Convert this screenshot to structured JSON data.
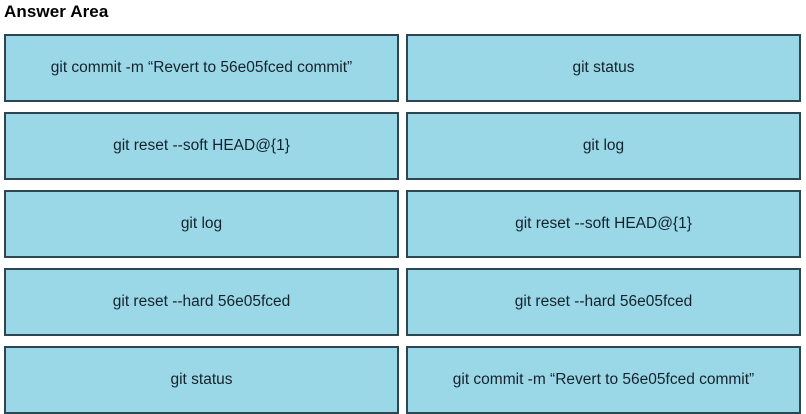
{
  "page": {
    "title": "Answer Area",
    "tile_fill_color": "#9ad8e8",
    "tile_border_color": "#2d4652",
    "text_color": "#15222b",
    "background_color": "#ffffff"
  },
  "columns": [
    {
      "name": "left-column",
      "tiles": [
        {
          "label": "git commit -m “Revert to 56e05fced commit”"
        },
        {
          "label": "git reset --soft HEAD@{1}"
        },
        {
          "label": "git log"
        },
        {
          "label": "git reset --hard 56e05fced"
        },
        {
          "label": "git status"
        }
      ]
    },
    {
      "name": "right-column",
      "tiles": [
        {
          "label": "git status"
        },
        {
          "label": "git log"
        },
        {
          "label": "git reset --soft HEAD@{1}"
        },
        {
          "label": "git reset --hard 56e05fced"
        },
        {
          "label": "git commit -m “Revert to 56e05fced commit”"
        }
      ]
    }
  ]
}
